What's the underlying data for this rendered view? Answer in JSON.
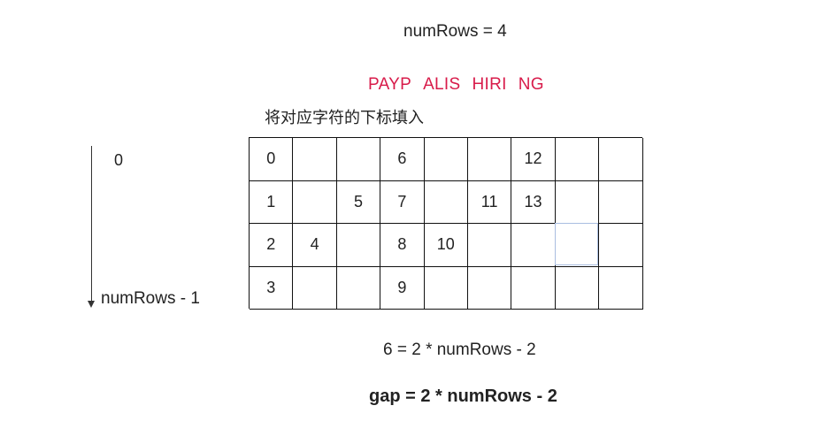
{
  "title": "numRows = 4",
  "encoded_segments": [
    "PAYP",
    "ALIS",
    "HIRI",
    "NG"
  ],
  "instruction": "将对应字符的下标填入",
  "row_axis": {
    "top_label": "0",
    "bottom_label": "numRows - 1"
  },
  "grid": {
    "rows": [
      [
        "0",
        "",
        "",
        "6",
        "",
        "",
        "12",
        "",
        ""
      ],
      [
        "1",
        "",
        "5",
        "7",
        "",
        "11",
        "13",
        "",
        ""
      ],
      [
        "2",
        "4",
        "",
        "8",
        "10",
        "",
        "",
        "",
        ""
      ],
      [
        "3",
        "",
        "",
        "9",
        "",
        "",
        "",
        "",
        ""
      ]
    ]
  },
  "formula_example": "6 = 2 * numRows - 2",
  "gap_formula": "gap = 2 * numRows - 2",
  "colors": {
    "accent": "#d81b4a",
    "grid_line": "#111111",
    "selected_outline": "#a9bde0"
  }
}
